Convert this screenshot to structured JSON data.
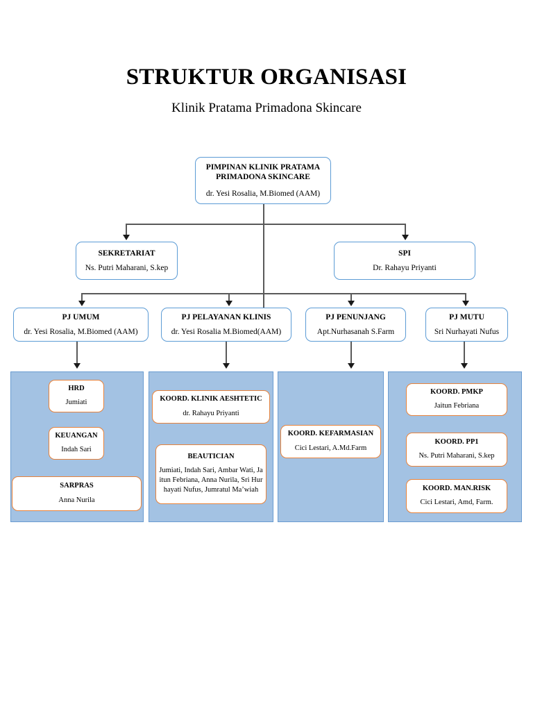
{
  "header": {
    "title": "STRUKTUR ORGANISASI",
    "subtitle": "Klinik Pratama Primadona Skincare"
  },
  "chart_data": {
    "type": "diagram",
    "diagram_type": "organizational-chart",
    "title": "STRUKTUR ORGANISASI",
    "subtitle": "Klinik Pratama Primadona Skincare",
    "colors": {
      "node_border": "#5B9BD5",
      "panel_fill": "#A3C2E3",
      "panel_border": "#6A9BD0",
      "sub_border": "#E8823A",
      "connector": "#595959",
      "text": "#000000",
      "background": "#FFFFFF"
    },
    "levels": [
      {
        "level": 1,
        "nodes": [
          "pimpinan"
        ]
      },
      {
        "level": 2,
        "nodes": [
          "sekretariat",
          "spi"
        ]
      },
      {
        "level": 3,
        "nodes": [
          "pj_umum",
          "pj_pelayanan_klinis",
          "pj_penunjang",
          "pj_mutu"
        ]
      },
      {
        "level": 4,
        "nodes": [
          "hrd",
          "keuangan",
          "sarpras",
          "koord_klinik_aesthetic",
          "beautician",
          "koord_kefarmasian",
          "koord_pmkp",
          "koord_pp1",
          "koord_man_risk"
        ]
      }
    ],
    "edges": [
      {
        "from": "pimpinan",
        "to": "sekretariat"
      },
      {
        "from": "pimpinan",
        "to": "spi"
      },
      {
        "from": "pimpinan",
        "to": "pj_umum"
      },
      {
        "from": "pimpinan",
        "to": "pj_pelayanan_klinis"
      },
      {
        "from": "pimpinan",
        "to": "pj_penunjang"
      },
      {
        "from": "pimpinan",
        "to": "pj_mutu"
      },
      {
        "from": "pj_umum",
        "to": "panel_umum"
      },
      {
        "from": "pj_pelayanan_klinis",
        "to": "panel_pelayanan"
      },
      {
        "from": "pj_penunjang",
        "to": "panel_penunjang"
      },
      {
        "from": "pj_mutu",
        "to": "panel_mutu"
      }
    ]
  },
  "top": {
    "role_line1": "PIMPINAN KLINIK PRATAMA",
    "role_line2": "PRIMADONA SKINCARE",
    "person": "dr. Yesi Rosalia, M.Biomed (AAM)"
  },
  "level2": {
    "sekretariat": {
      "role": "SEKRETARIAT",
      "person": "Ns. Putri Maharani, S.kep"
    },
    "spi": {
      "role": "SPI",
      "person": "Dr. Rahayu Priyanti"
    }
  },
  "level3": {
    "pj_umum": {
      "role": "PJ UMUM",
      "person": "dr. Yesi Rosalia, M.Biomed (AAM)"
    },
    "pj_pelayanan": {
      "role": "PJ PELAYANAN KLINIS",
      "person": "dr. Yesi Rosalia M.Biomed(AAM)"
    },
    "pj_penunjang": {
      "role": "PJ PENUNJANG",
      "person": "Apt.Nurhasanah S.Farm"
    },
    "pj_mutu": {
      "role": "PJ MUTU",
      "person": "Sri Nurhayati Nufus"
    }
  },
  "panels": {
    "umum": {
      "items": [
        {
          "role": "HRD",
          "person": "Jumiati"
        },
        {
          "role": "KEUANGAN",
          "person": "Indah Sari"
        },
        {
          "role": "SARPRAS",
          "person": "Anna Nurila"
        }
      ]
    },
    "pelayanan": {
      "items": [
        {
          "role": "KOORD. KLINIK AESHTETIC",
          "person": "dr. Rahayu Priyanti"
        },
        {
          "role": "BEAUTICIAN",
          "person": "Jumiati, Indah Sari, Ambar Wati, Jaitun Febriana, Anna Nurila, Sri Hurhayati Nufus, Jumratul Ma’wiah"
        }
      ]
    },
    "penunjang": {
      "items": [
        {
          "role": "KOORD. KEFARMASIAN",
          "person": "Cici Lestari, A.Md.Farm"
        }
      ]
    },
    "mutu": {
      "items": [
        {
          "role": "KOORD. PMKP",
          "person": "Jaitun Febriana"
        },
        {
          "role": "KOORD. PP1",
          "person": "Ns. Putri Maharani, S.kep"
        },
        {
          "role": "KOORD. MAN.RISK",
          "person": "Cici Lestari, Amd, Farm."
        }
      ]
    }
  }
}
